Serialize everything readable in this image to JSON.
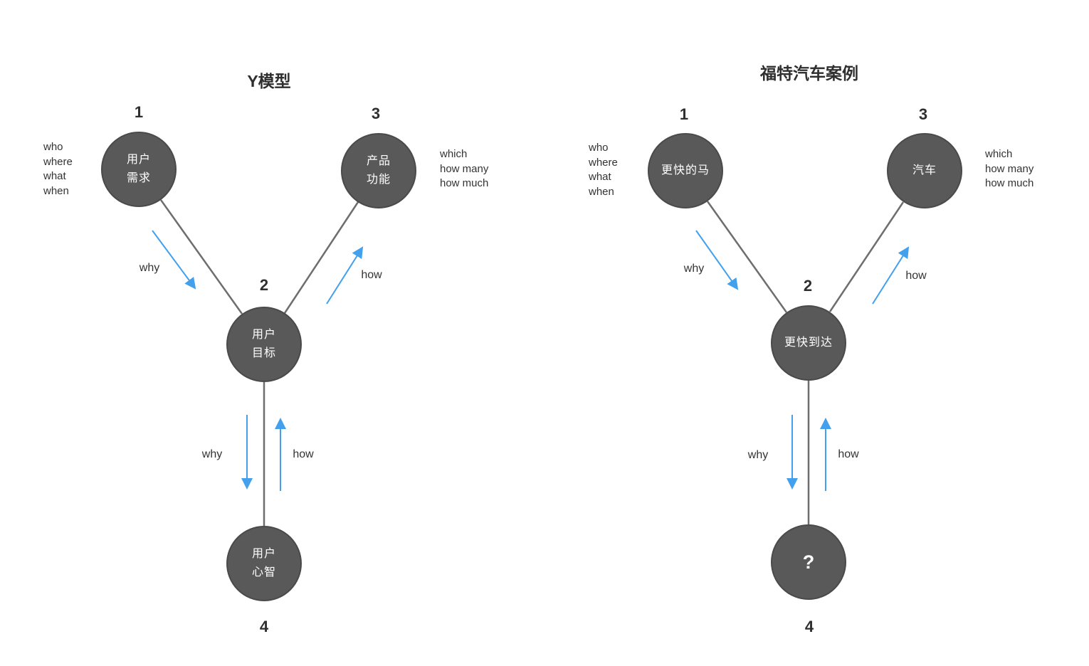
{
  "colors": {
    "node_fill": "#595959",
    "node_border": "#4a4a4a",
    "connector": "#6e6e6e",
    "arrow": "#42a0ed",
    "node_text": "#ffffff",
    "text": "#333333"
  },
  "left_diagram": {
    "title": "Y模型",
    "node1": {
      "number": "1",
      "label": "用户\n需求"
    },
    "node2": {
      "number": "2",
      "label": "用户\n目标"
    },
    "node3": {
      "number": "3",
      "label": "产品\n功能"
    },
    "node4": {
      "number": "4",
      "label": "用户\n心智"
    },
    "annotation_left": "who\nwhere\nwhat\nwhen",
    "annotation_right": "which\nhow many\nhow much",
    "arrow_why_upper": "why",
    "arrow_how_upper": "how",
    "arrow_why_lower": "why",
    "arrow_how_lower": "how"
  },
  "right_diagram": {
    "title": "福特汽车案例",
    "node1": {
      "number": "1",
      "label": "更快的马"
    },
    "node2": {
      "number": "2",
      "label": "更快到达"
    },
    "node3": {
      "number": "3",
      "label": "汽车"
    },
    "node4": {
      "number": "4",
      "label": "?"
    },
    "annotation_left": "who\nwhere\nwhat\nwhen",
    "annotation_right": "which\nhow many\nhow much",
    "arrow_why_upper": "why",
    "arrow_how_upper": "how",
    "arrow_why_lower": "why",
    "arrow_how_lower": "how"
  }
}
